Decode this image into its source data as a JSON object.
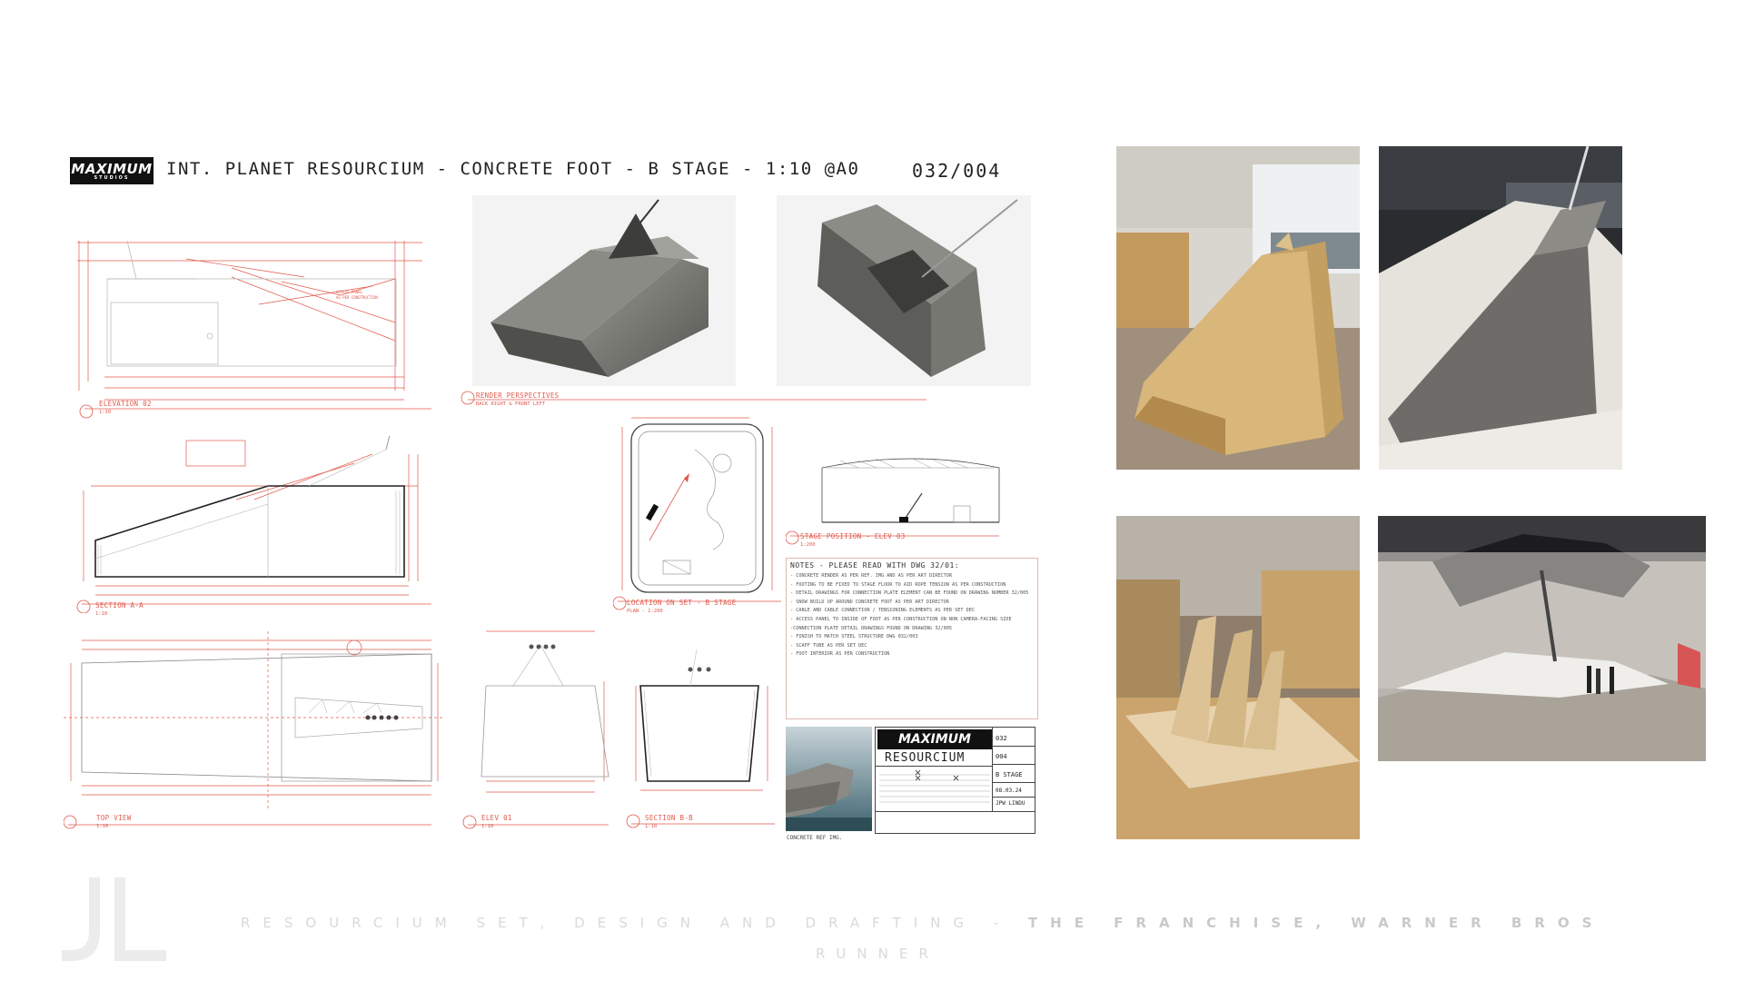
{
  "header": {
    "logo_text": "MAXIMUM",
    "logo_sub": "STUDIOS",
    "title": "INT. PLANET RESOURCIUM - CONCRETE FOOT - B STAGE - 1:10 @A0",
    "sheet_number": "032/004"
  },
  "views": {
    "elevation_02": {
      "label": "ELEVATION 02",
      "scale": "1:10"
    },
    "render_perspectives": {
      "label": "RENDER PERSPECTIVES",
      "sub": "BACK RIGHT & FRONT LEFT"
    },
    "section_aa": {
      "label": "SECTION A-A",
      "scale": "1:10"
    },
    "location_on_set": {
      "label": "LOCATION ON SET - B STAGE",
      "scale": "PLAN - 1:200"
    },
    "stage_position": {
      "label": "STAGE POSITION - ELEV 03",
      "scale": "1:200"
    },
    "top_view": {
      "label": "TOP VIEW",
      "scale": "1:10"
    },
    "elev_01": {
      "label": "ELEV 01",
      "scale": "1:10"
    },
    "section_bb": {
      "label": "SECTION B-B",
      "scale": "1:10"
    }
  },
  "notes": {
    "title": "NOTES - PLEASE READ WITH DWG 32/01:",
    "items": [
      "- CONCRETE RENDER AS PER REF. IMG AND AS PER ART DIRECTOR",
      "- FOOTING TO BE FIXED TO STAGE FLOOR TO AID ROPE TENSION AS PER CONSTRUCTION",
      "- DETAIL DRAWINGS FOR CONNECTION PLATE ELEMENT CAN BE FOUND ON DRAWING NUMBER 32/005",
      "- SNOW BUILD UP AROUND CONCRETE FOOT AS PER ART DIRECTOR",
      "- CABLE AND CABLE CONNECTION / TENSIONING ELEMENTS AS PER SET DEC",
      "- ACCESS PANEL TO INSIDE OF FOOT AS PER CONSTRUCTION ON NON CAMERA-FACING SIDE",
      "-CONNECTION PLATE DETAIL DRAWINGS FOUND ON DRAWING 32/005",
      "- FINISH TO MATCH STEEL STRUCTURE DWG 032/003",
      "- SCAFF TUBE AS PER SET DEC",
      "- FOOT INTERIOR AS PER CONSTRUCTION"
    ]
  },
  "reference": {
    "caption": "CONCRETE REF IMG."
  },
  "title_block": {
    "logo_text": "MAXIMUM",
    "set_name": "RESOURCIUM",
    "set_no": "032",
    "drawing_no": "004",
    "location": "B STAGE",
    "date": "08.03.24",
    "drawn_by": "JPW LINDU"
  },
  "footer": {
    "line1_light": "RESOURCIUM SET, DESIGN AND DRAFTING - ",
    "line1_bold": "THE FRANCHISE, WARNER BROS",
    "line2": "RUNNER",
    "monogram": "JL"
  },
  "colors": {
    "drafting_red": "#e05a4c",
    "concrete": "#6f6f6b",
    "plywood": "#d8b77f"
  }
}
